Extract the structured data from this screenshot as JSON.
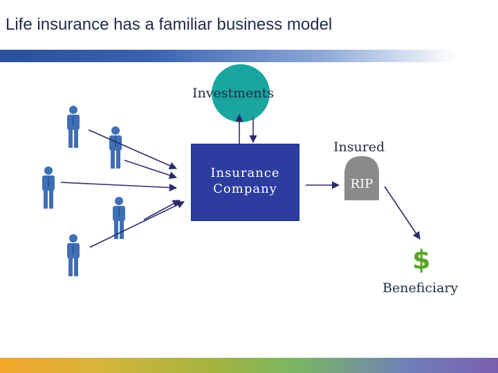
{
  "title": "Life insurance has a familiar business model",
  "nodes": {
    "investments": "Investments",
    "company": "Insurance\nCompany",
    "insured": "Insured",
    "tombstone": "RIP",
    "payout": "$",
    "beneficiary": "Beneficiary"
  },
  "policyholders_count": 5,
  "icons": {
    "person": "person-icon",
    "tombstone": "tombstone-icon"
  },
  "colors": {
    "title": "#1f2a4a",
    "company_box": "#2e3c9f",
    "investments_circle": "#1aa5a0",
    "person": "#3f6fb5",
    "tombstone": "#8a8a8a",
    "dollar": "#5aa52a",
    "arrow": "#2a2a6a"
  }
}
